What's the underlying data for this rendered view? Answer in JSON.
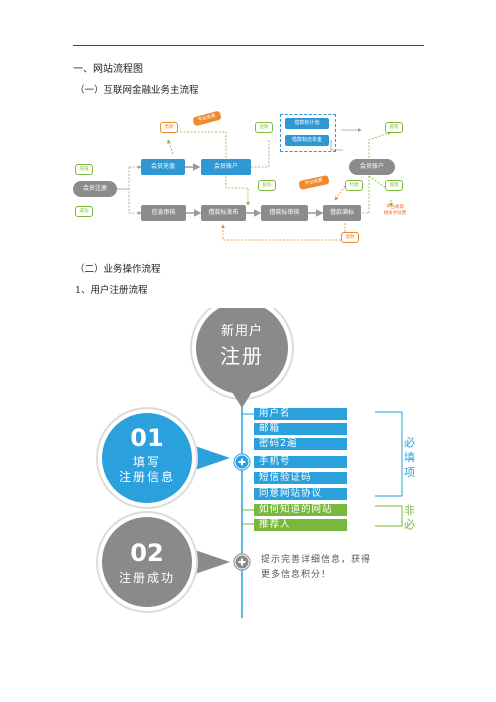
{
  "doc": {
    "heading_1": "一、网站流程图",
    "heading_1_1": "（一）互联网金融业务主流程",
    "heading_1_2": "（二）业务操作流程",
    "heading_1_2_1": "1、用户注册流程"
  },
  "flowchart": {
    "start": "会员注册",
    "recharge": "会员充值",
    "account_a": "会员账户",
    "review": "信息审核",
    "publish": "借款标发布",
    "audit": "借款标审核",
    "full": "借款满标",
    "account_b": "会员账户",
    "repay_plan": "借款标计划",
    "repay_amount": "借款标还本金",
    "label_borrow": "借款",
    "label_invest": "投资",
    "label_repay": "还款",
    "label_withdraw": "提现",
    "label_recharge": "充值",
    "label_fee": "平台收费",
    "label_fee_2": "平台收费",
    "label_payment": "付款",
    "label_success": "成功",
    "label_tender": "投标",
    "label_loan": "放款",
    "label_platform": "平台收取\n相关手续费"
  },
  "registration": {
    "top_circle_line1": "新用户",
    "top_circle_line2": "注册",
    "step1_num": "01",
    "step1_line1": "填写",
    "step1_line2": "注册信息",
    "step2_num": "02",
    "step2_line1": "注册成功",
    "required_fields": [
      "用户名",
      "邮箱",
      "密码2遍",
      "手机号",
      "短信验证码",
      "同意网站协议"
    ],
    "optional_fields": [
      "如何知道的网站",
      "推荐人"
    ],
    "required_label": [
      "必",
      "填",
      "项"
    ],
    "optional_label": [
      "非",
      "必"
    ],
    "hint_line1": "提示完善详细信息，获得",
    "hint_line2": "更多信息积分！",
    "colors": {
      "blue": "#2aa0dc",
      "green": "#79b83c",
      "gray": "#8a8a8a"
    }
  }
}
